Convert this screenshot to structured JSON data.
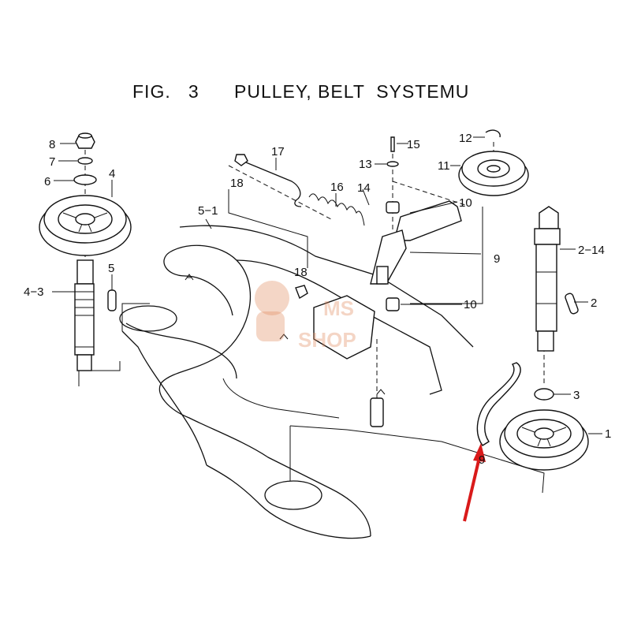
{
  "title": "FIG.   3      PULLEY, BELT  SYSTEMU",
  "labels": {
    "p1": "1",
    "p2": "2",
    "p2_14": "2−14",
    "p3": "3",
    "p4": "4",
    "p4_3": "4−3",
    "p5": "5",
    "p5_1": "5−1",
    "p6": "6",
    "p7": "7",
    "p8": "8",
    "p9_arm": "9",
    "p9_belt": "9",
    "p10_top": "10",
    "p10_bottom": "10",
    "p11": "11",
    "p12": "12",
    "p13": "13",
    "p14": "14",
    "p15": "15",
    "p16": "16",
    "p17": "17",
    "p18_top": "18",
    "p18_mid": "18"
  },
  "watermark": {
    "line1": "MS",
    "line2": "SHOP"
  },
  "colors": {
    "line": "#111111",
    "arrow": "#d91a1a",
    "watermark": "#e08a5c"
  }
}
